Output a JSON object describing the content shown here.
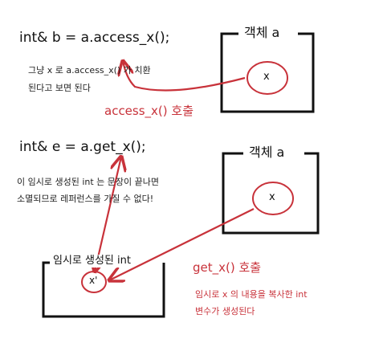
{
  "code": {
    "line1": "int& b = a.access_x();",
    "line2": "int& e = a.get_x();"
  },
  "notes": {
    "access_note_1": "그냥 x 로 a.access_x() 가 치환",
    "access_note_2": "된다고 보면 된다",
    "temp_note_1": "이 임시로 생성된 int 는 문장이 끝나면",
    "temp_note_2": "소멸되므로 레퍼런스를 가질 수 없다!",
    "copy_note_1": "임시로 x 의 내용을 복사한 int",
    "copy_note_2": "변수가 생성된다"
  },
  "calls": {
    "access_call": "access_x() 호출",
    "get_call": "get_x() 호출"
  },
  "objects": {
    "box1_title": "객체 a",
    "box1_member": "x",
    "box2_title": "객체 a",
    "box2_member": "x"
  },
  "temporary": {
    "title": "임시로 생성된 int",
    "member": "x'"
  },
  "colors": {
    "annotation_red": "#c8323a",
    "box_black": "#111111"
  }
}
